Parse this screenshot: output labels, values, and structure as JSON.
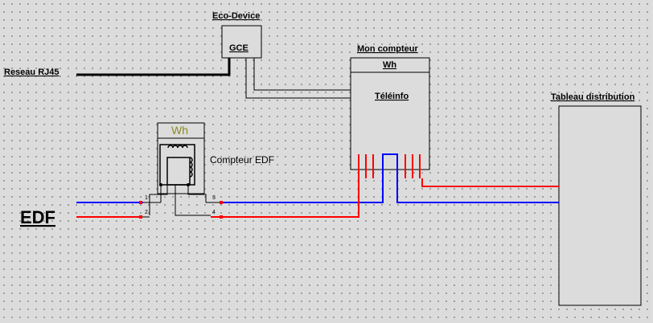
{
  "labels": {
    "eco_device": "Eco-Device",
    "gce": "GCE",
    "reseau": "Reseau RJ45",
    "mon_compteur": "Mon compteur",
    "mon_compteur_wh": "Wh",
    "teleinfo": "Téléinfo",
    "tableau": "Tableau distribution",
    "compteur_edf": "Compteur EDF",
    "compteur_edf_wh": "Wh",
    "edf": "EDF",
    "pin1": "1",
    "pin2": "2",
    "pin3": "3",
    "pin4": "4"
  },
  "colors": {
    "phase": "#ff0000",
    "neutral": "#0000ff",
    "wire": "#000000",
    "box_fill": "#dcdcdc"
  }
}
